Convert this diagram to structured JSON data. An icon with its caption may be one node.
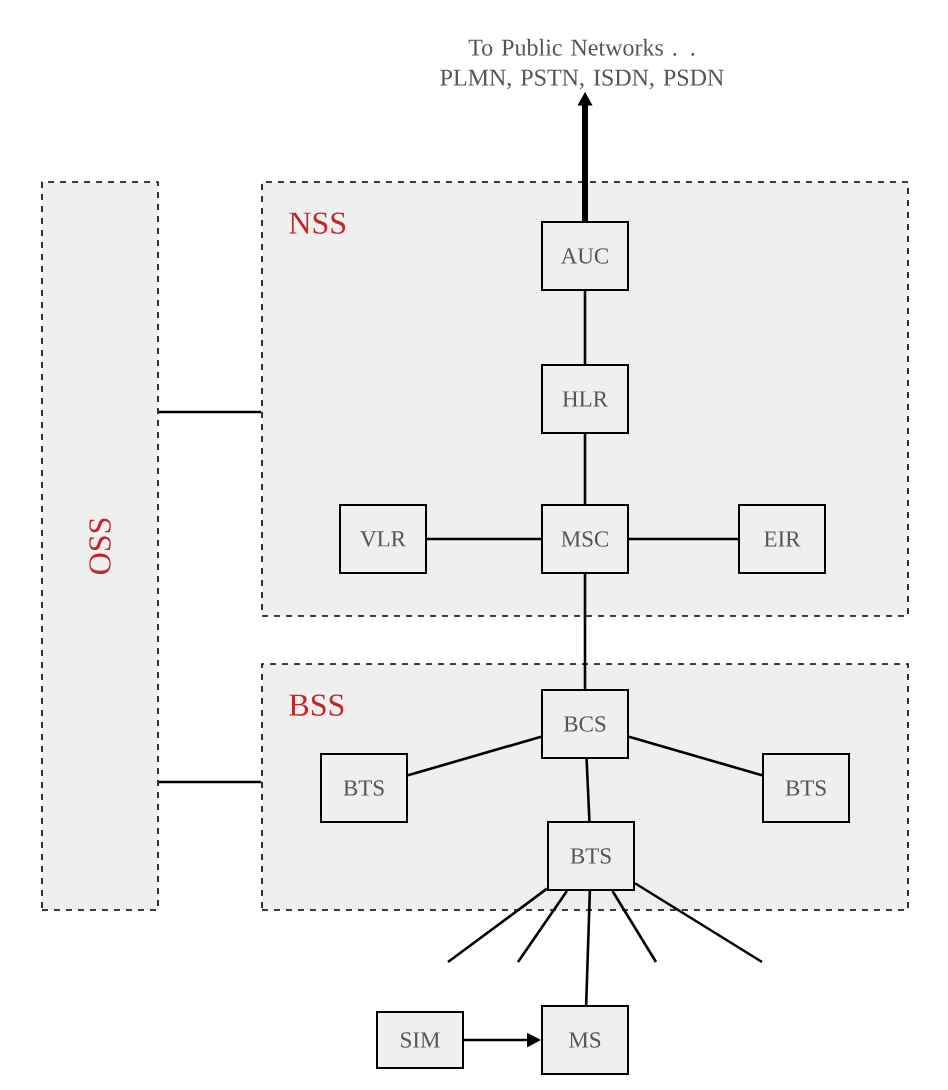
{
  "diagram": {
    "nodes": [
      {
        "text": [
          "OSS"
        ]
      },
      {
        "text": [
          "NSS"
        ]
      },
      {
        "text": [
          "BSS"
        ]
      },
      {
        "text": [
          "AUC"
        ],
        "in": 1
      },
      {
        "text": [
          "HLR"
        ],
        "in": 1
      },
      {
        "text": [
          "VLR"
        ],
        "in": 1
      },
      {
        "text": [
          "MSC"
        ],
        "in": 1
      },
      {
        "text": [
          "EIR"
        ],
        "in": 1
      },
      {
        "text": [
          "BCS"
        ],
        "in": 2
      },
      {
        "text": [
          "BTS"
        ],
        "in": 2
      },
      {
        "text": [
          "BTS"
        ],
        "in": 2
      },
      {
        "text": [
          "BTS"
        ],
        "in": 2
      },
      {
        "text": [
          "SIM"
        ]
      },
      {
        "text": [
          "MS"
        ]
      },
      {
        "text": [
          "To Public Networks . . PLMN, PSTN, ISDN, PSDN"
        ]
      }
    ],
    "edges": [
      {
        "from": 3,
        "to": 14,
        "arrow": "to",
        "style": "thick"
      },
      {
        "from": 3,
        "to": 4,
        "arrow": "none"
      },
      {
        "from": 4,
        "to": 6,
        "arrow": "none"
      },
      {
        "from": 5,
        "to": 6,
        "arrow": "none"
      },
      {
        "from": 6,
        "to": 7,
        "arrow": "none"
      },
      {
        "from": 6,
        "to": 8,
        "arrow": "none"
      },
      {
        "from": 8,
        "to": 9,
        "arrow": "none"
      },
      {
        "from": 8,
        "to": 10,
        "arrow": "none"
      },
      {
        "from": 8,
        "to": 11,
        "arrow": "none"
      },
      {
        "from": 11,
        "to": 13,
        "arrow": "none"
      },
      {
        "from": 11,
        "to": null,
        "arrow": "none"
      },
      {
        "from": 11,
        "to": null,
        "arrow": "none"
      },
      {
        "from": 11,
        "to": null,
        "arrow": "none"
      },
      {
        "from": 11,
        "to": null,
        "arrow": "none"
      },
      {
        "from": 12,
        "to": 13,
        "arrow": "to"
      },
      {
        "from": 0,
        "to": 1,
        "arrow": "none"
      },
      {
        "from": 0,
        "to": 2,
        "arrow": "none"
      }
    ]
  }
}
